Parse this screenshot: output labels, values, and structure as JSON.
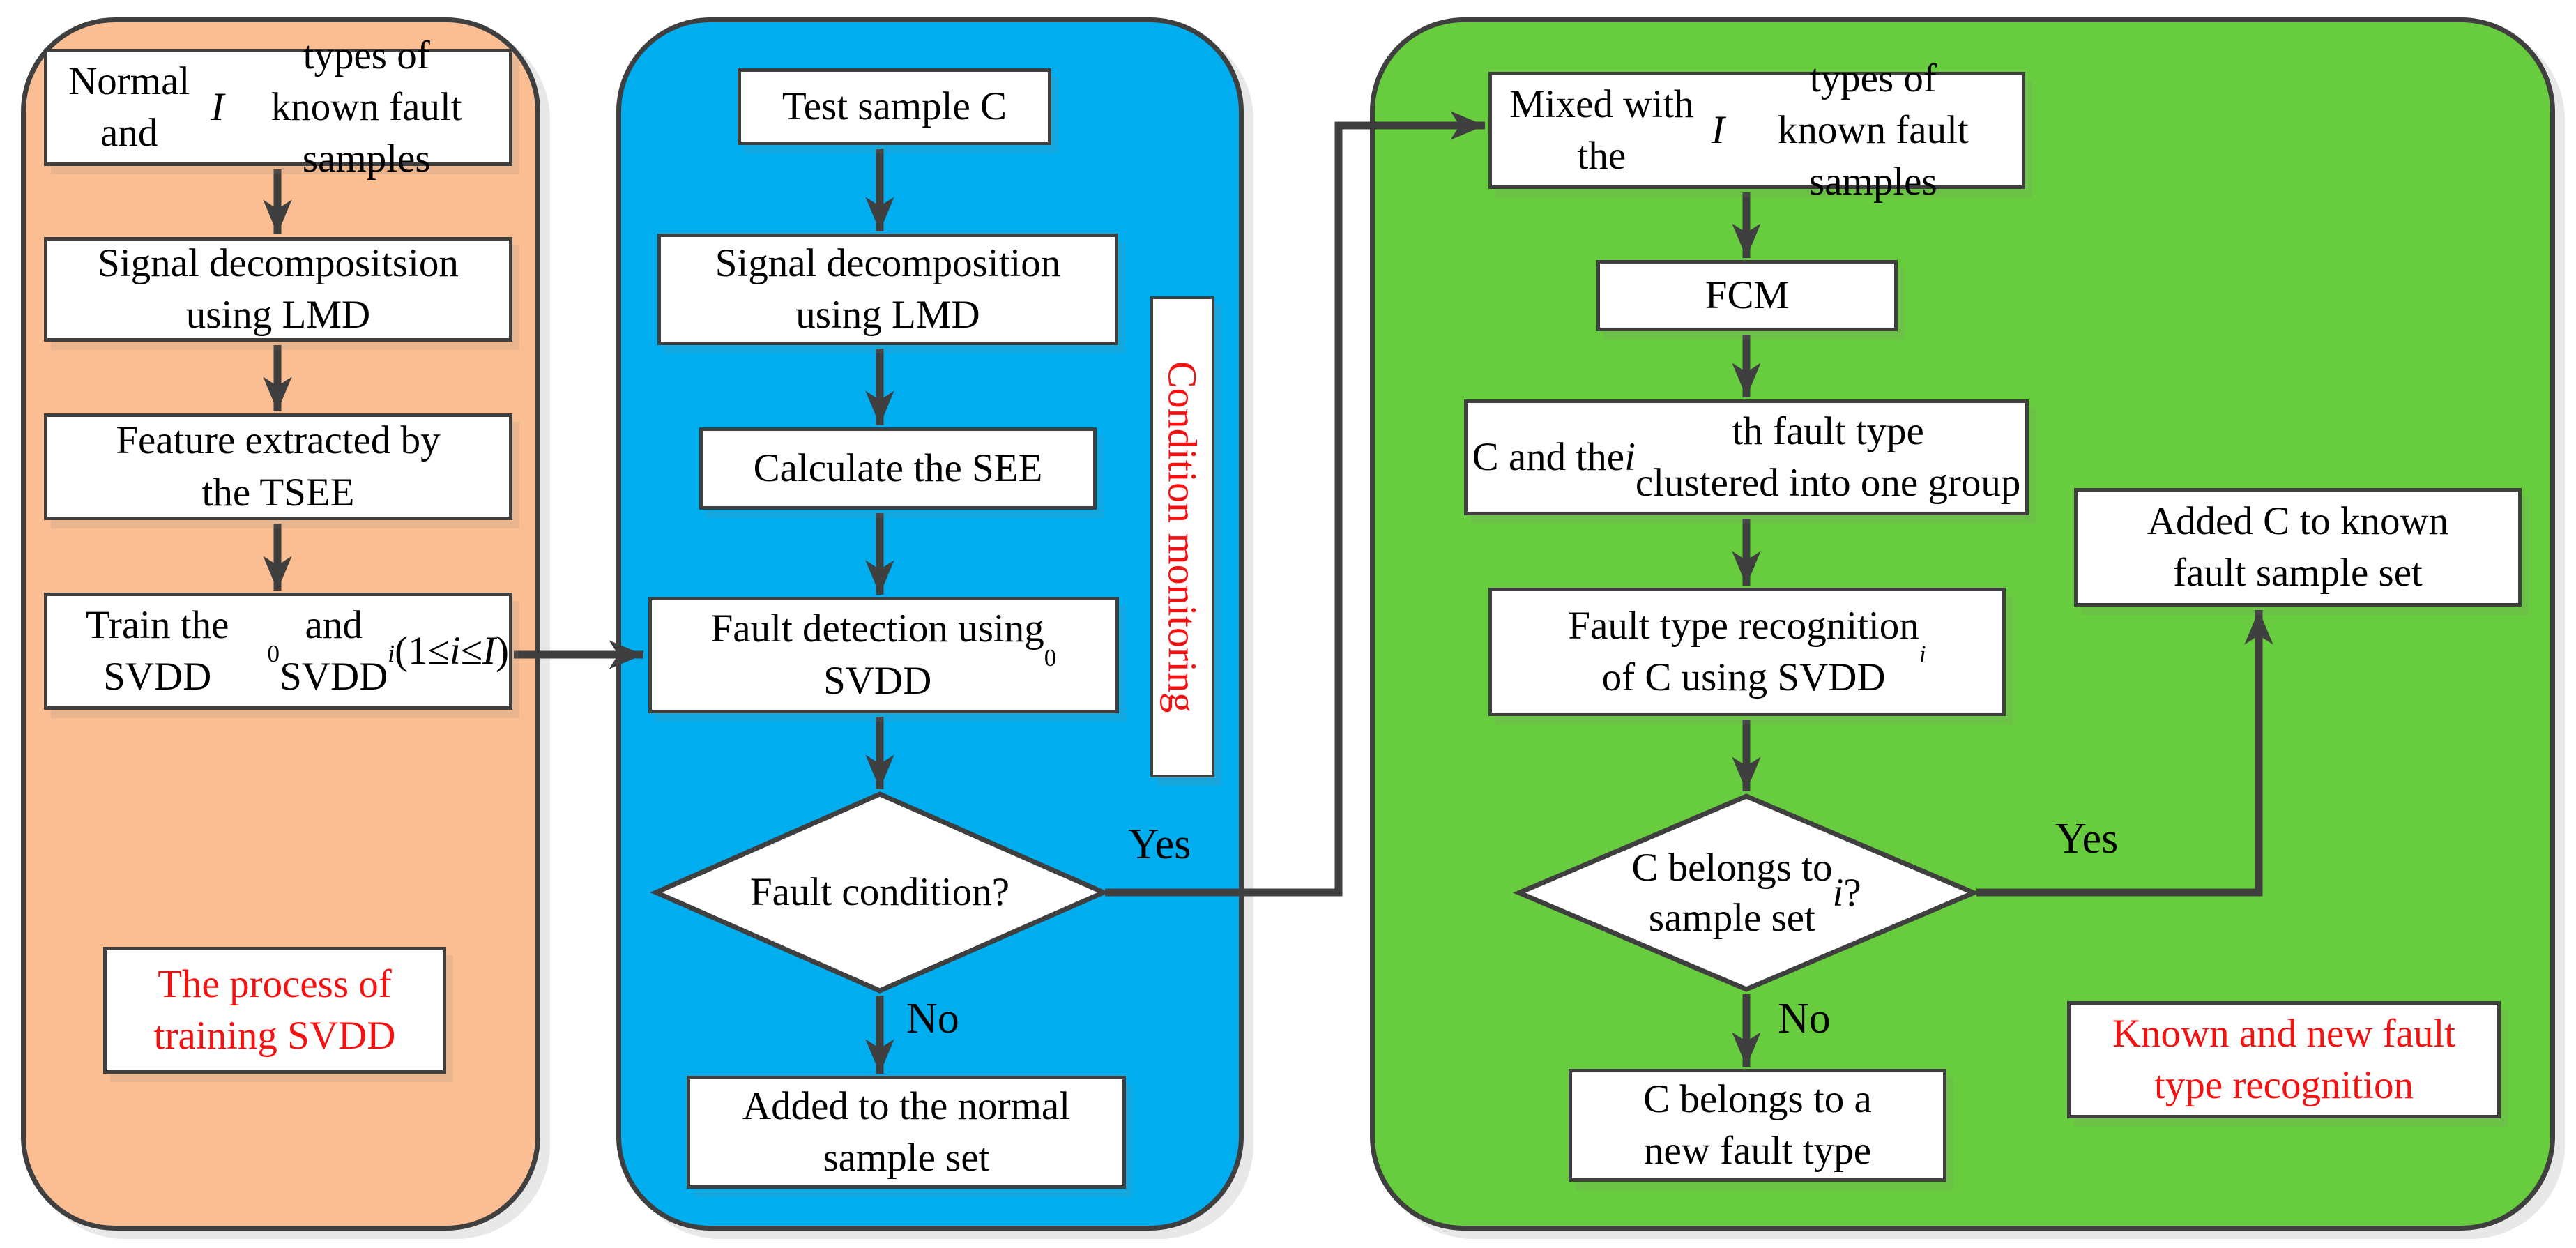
{
  "colors": {
    "outline": "#3F3F3F",
    "panel_training": "#FBBE92",
    "panel_monitoring": "#00AEEF",
    "panel_recognition": "#68CD3E",
    "accent_red": "#F51111",
    "node_fill": "#FFFFFF"
  },
  "training": {
    "normal_samples_html": "Normal and <i>I</i> types of<br>known  fault samples",
    "signal_lmd_html": "Signal decompositsion<br>using LMD",
    "feature_tsee_html": "Feature extracted by<br>the TSEE",
    "train_svdd_html": "Train the SVDD<sub>0</sub> and<br>SVDD<sub><i>i</i></sub>(1&#8804;<i>i</i>&#8804;<i>I</i> )",
    "caption_html": "The process of<br>training SVDD"
  },
  "monitoring": {
    "test_sample": "Test sample C",
    "signal_lmd_html": "Signal decomposition<br>using LMD",
    "calculate_see": "Calculate the SEE",
    "fault_detection_html": "Fault detection using<br>SVDD<sub>0</sub>",
    "decision": "Fault condition?",
    "added_normal_html": "Added to the normal<br>sample set",
    "side_caption": "Condition monitoring",
    "yes_label": "Yes",
    "no_label": "No"
  },
  "recognition": {
    "mixed_html": "Mixed with the <i>I</i> types of<br>known  fault samples",
    "fcm": "FCM",
    "clustered_html": "C and the <i>i</i>th fault type<br>clustered into one group",
    "recognition_html": "Fault type recognition<br>of C using SVDD<sub><i>i</i></sub>",
    "decision_html": "C belongs to<br>sample set <i>i</i>?",
    "new_fault_html": "C belongs to a<br>new fault type",
    "added_known_html": "Added C to known<br>fault sample set",
    "caption_html": "Known and new fault<br>type recognition",
    "yes_label": "Yes",
    "no_label": "No"
  }
}
